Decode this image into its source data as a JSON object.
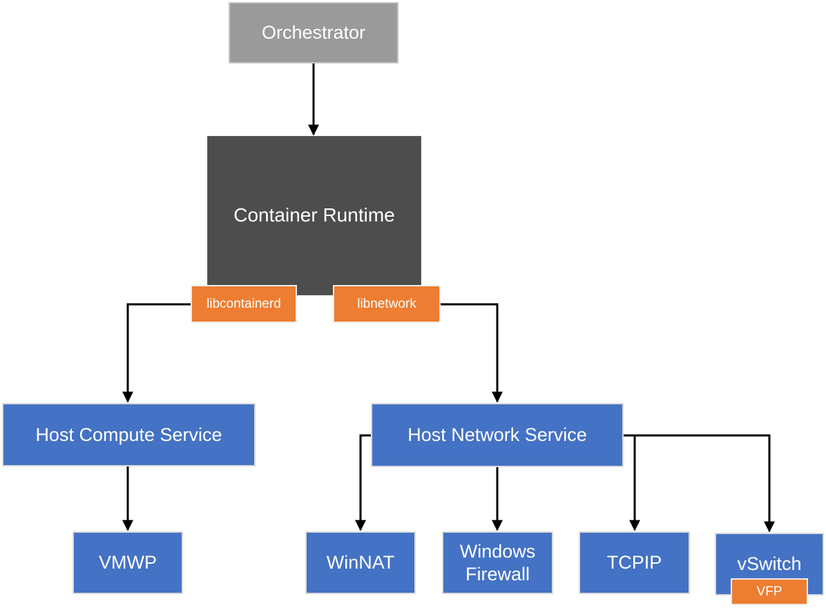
{
  "diagram": {
    "type": "architecture-diagram",
    "colors": {
      "box_blue": "#4472C4",
      "box_orange": "#ED7D31",
      "box_gray": "#9A9A9A",
      "box_dark_gray": "#4D4D4D",
      "connector": "#000000",
      "text": "#FFFFFF",
      "background": "#FFFFFF"
    },
    "nodes": {
      "orchestrator": {
        "label": "Orchestrator",
        "color_role": "gray"
      },
      "container_runtime": {
        "label": "Container Runtime",
        "color_role": "dark-gray"
      },
      "libcontainerd": {
        "label": "libcontainerd",
        "color_role": "orange"
      },
      "libnetwork": {
        "label": "libnetwork",
        "color_role": "orange"
      },
      "host_compute_service": {
        "label": "Host Compute Service",
        "color_role": "blue"
      },
      "host_network_service": {
        "label": "Host Network Service",
        "color_role": "blue"
      },
      "vmwp": {
        "label": "VMWP",
        "color_role": "blue"
      },
      "winnat": {
        "label": "WinNAT",
        "color_role": "blue"
      },
      "windows_firewall": {
        "label": "Windows Firewall",
        "color_role": "blue"
      },
      "tcpip": {
        "label": "TCPIP",
        "color_role": "blue"
      },
      "vswitch": {
        "label": "vSwitch",
        "color_role": "blue"
      },
      "vfp": {
        "label": "VFP",
        "color_role": "orange"
      }
    },
    "edges": [
      {
        "from": "orchestrator",
        "to": "container_runtime"
      },
      {
        "from": "libcontainerd",
        "to": "host_compute_service"
      },
      {
        "from": "libnetwork",
        "to": "host_network_service"
      },
      {
        "from": "host_compute_service",
        "to": "vmwp"
      },
      {
        "from": "host_network_service",
        "to": "winnat"
      },
      {
        "from": "host_network_service",
        "to": "windows_firewall"
      },
      {
        "from": "host_network_service",
        "to": "tcpip"
      },
      {
        "from": "host_network_service",
        "to": "vswitch"
      }
    ]
  }
}
